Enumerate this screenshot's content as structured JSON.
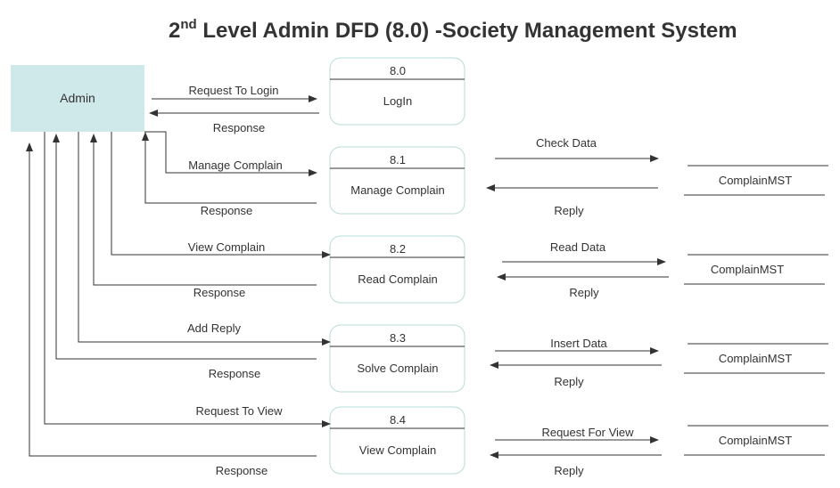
{
  "title": {
    "prefix": "2",
    "superscript": "nd",
    "main": " Level Admin DFD (8.0) -Society Management System"
  },
  "entity": {
    "label": "Admin"
  },
  "processes": [
    {
      "id": "8.0",
      "name": "LogIn"
    },
    {
      "id": "8.1",
      "name": "Manage Complain"
    },
    {
      "id": "8.2",
      "name": "Read Complain"
    },
    {
      "id": "8.3",
      "name": "Solve Complain"
    },
    {
      "id": "8.4",
      "name": "View Complain"
    }
  ],
  "flows": {
    "request_login": "Request To Login",
    "response_login": "Response",
    "manage_complain": "Manage Complain",
    "response_manage": "Response",
    "view_complain": "View Complain",
    "response_view": "Response",
    "add_reply": "Add Reply",
    "response_reply": "Response",
    "request_to_view": "Request To View",
    "response_request_view": "Response"
  },
  "store_flows": [
    {
      "out": "Check Data",
      "in": "Reply"
    },
    {
      "out": "Read Data",
      "in": "Reply"
    },
    {
      "out": "Insert Data",
      "in": "Reply"
    },
    {
      "out": "Request For View",
      "in": "Reply"
    }
  ],
  "stores": [
    {
      "label": "ComplainMST"
    },
    {
      "label": "ComplainMST"
    },
    {
      "label": "ComplainMST"
    },
    {
      "label": "ComplainMST"
    }
  ],
  "colors": {
    "entity_fill": "#cfe8ea",
    "process_border": "#b8dcd8",
    "line": "#333333"
  }
}
